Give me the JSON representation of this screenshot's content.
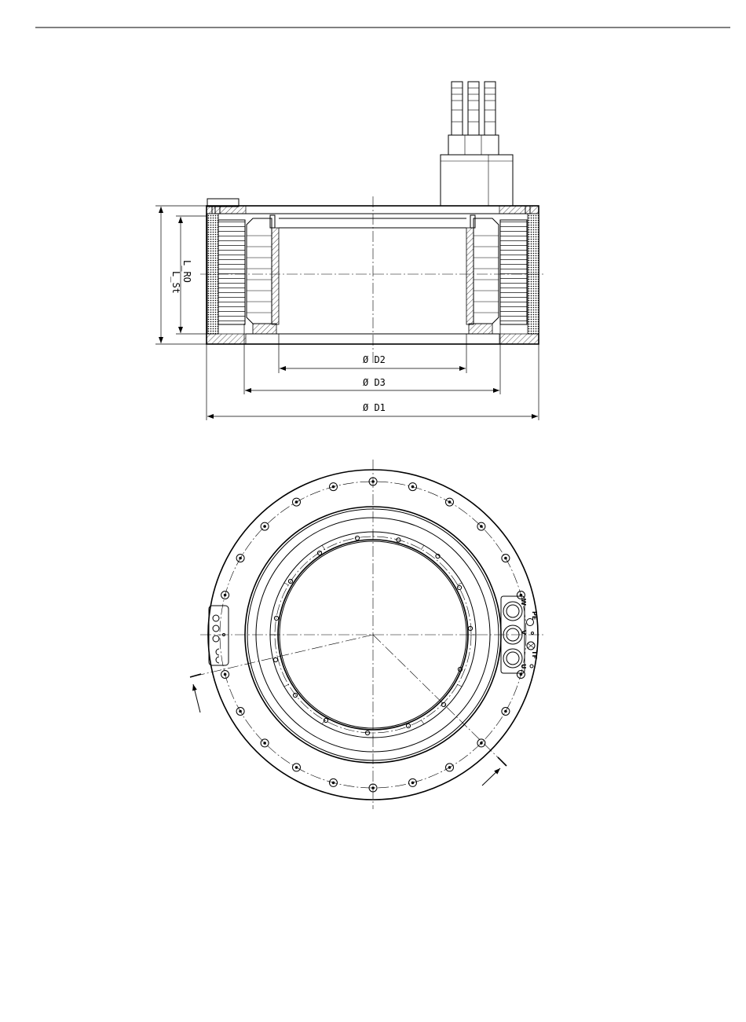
{
  "side_view": {
    "dimensions": {
      "d2": "Ø D2",
      "d3": "Ø D3",
      "d1": "Ø D1",
      "l_st": "L_St",
      "l_ro": "L_RO"
    }
  },
  "front_view": {
    "connector_labels": {
      "w": "W",
      "pe": "PE",
      "v": "V",
      "tf": "TF",
      "u": "U"
    }
  }
}
